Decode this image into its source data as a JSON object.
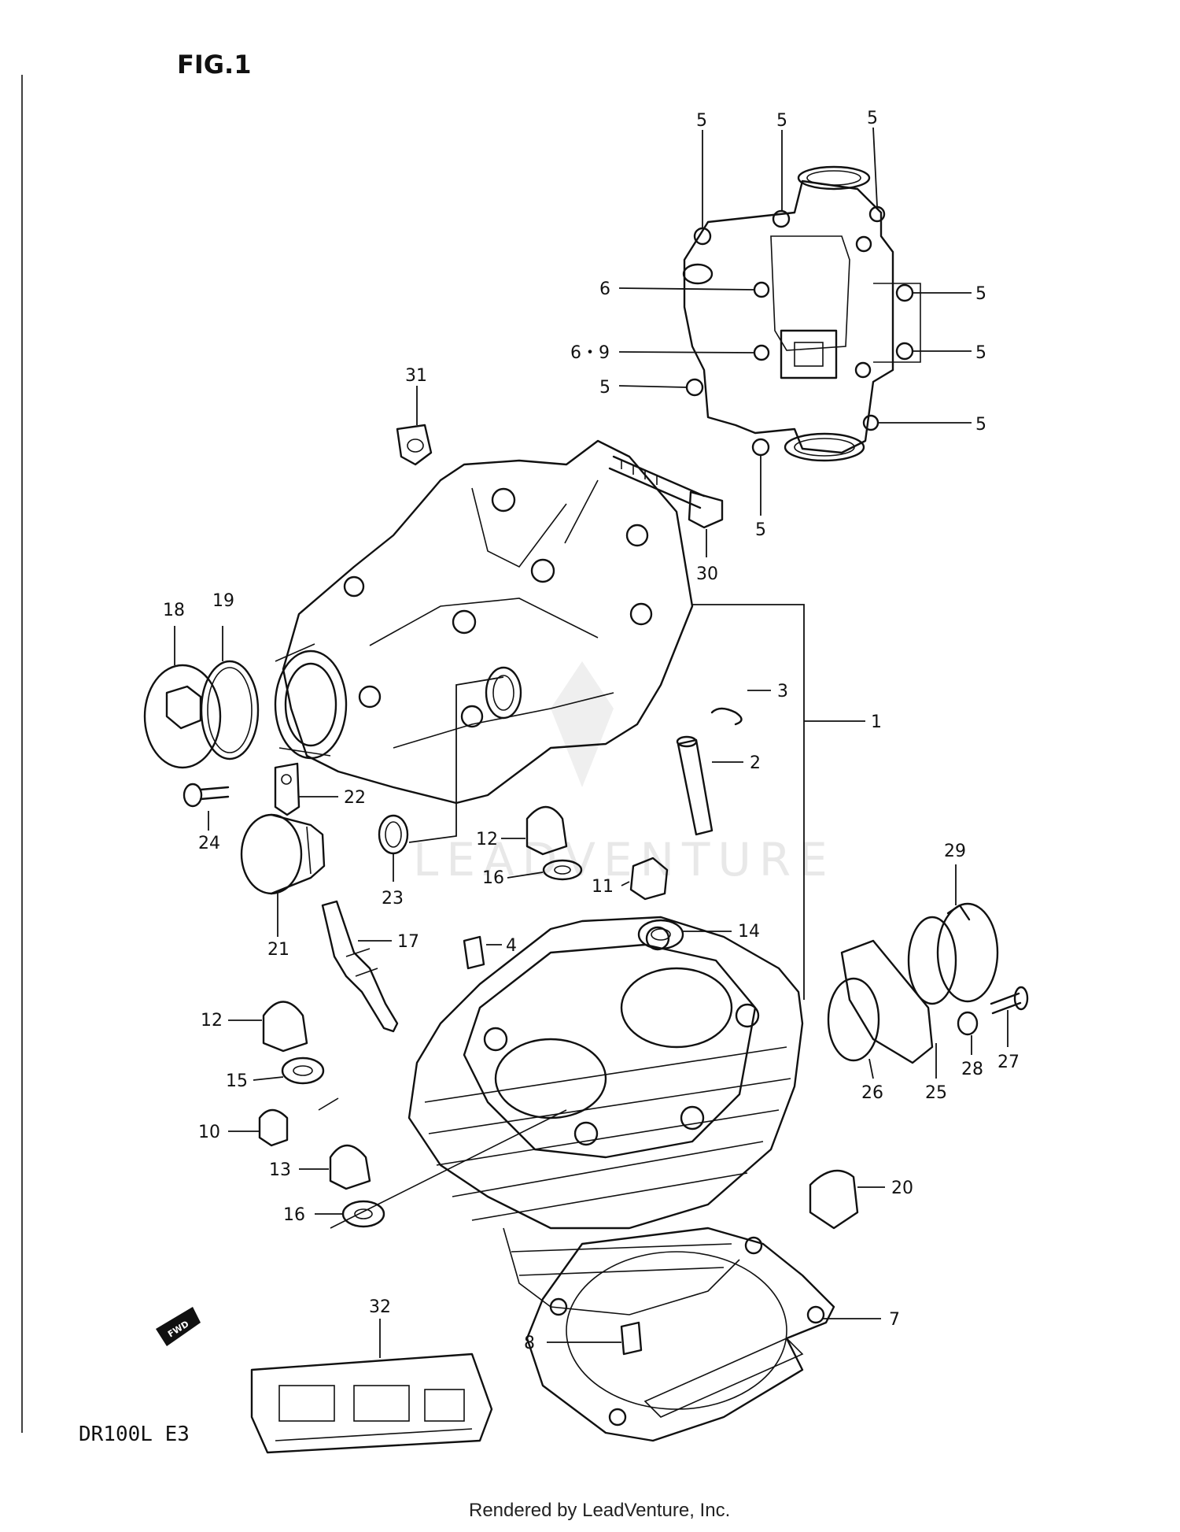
{
  "figure_label": "FIG.1",
  "model_code": "DR100L E3",
  "footer_text": "Rendered by LeadVenture, Inc.",
  "watermark_text": "LEADVENTURE",
  "fwd_label": "FWD",
  "callouts": {
    "c1": "1",
    "c2": "2",
    "c3": "3",
    "c4": "4",
    "c5a": "5",
    "c5b": "5",
    "c5c": "5",
    "c5d": "5",
    "c5e": "5",
    "c5f": "5",
    "c5g": "5",
    "c5h": "5",
    "c6": "6",
    "c69": "6・9",
    "c7": "7",
    "c8": "8",
    "c10": "10",
    "c11": "11",
    "c12a": "12",
    "c12b": "12",
    "c13": "13",
    "c14": "14",
    "c15": "15",
    "c16a": "16",
    "c16b": "16",
    "c17": "17",
    "c18": "18",
    "c19": "19",
    "c20": "20",
    "c21": "21",
    "c22": "22",
    "c23": "23",
    "c24": "24",
    "c25": "25",
    "c26": "26",
    "c27": "27",
    "c28": "28",
    "c29": "29",
    "c30": "30",
    "c31": "31",
    "c32": "32"
  }
}
